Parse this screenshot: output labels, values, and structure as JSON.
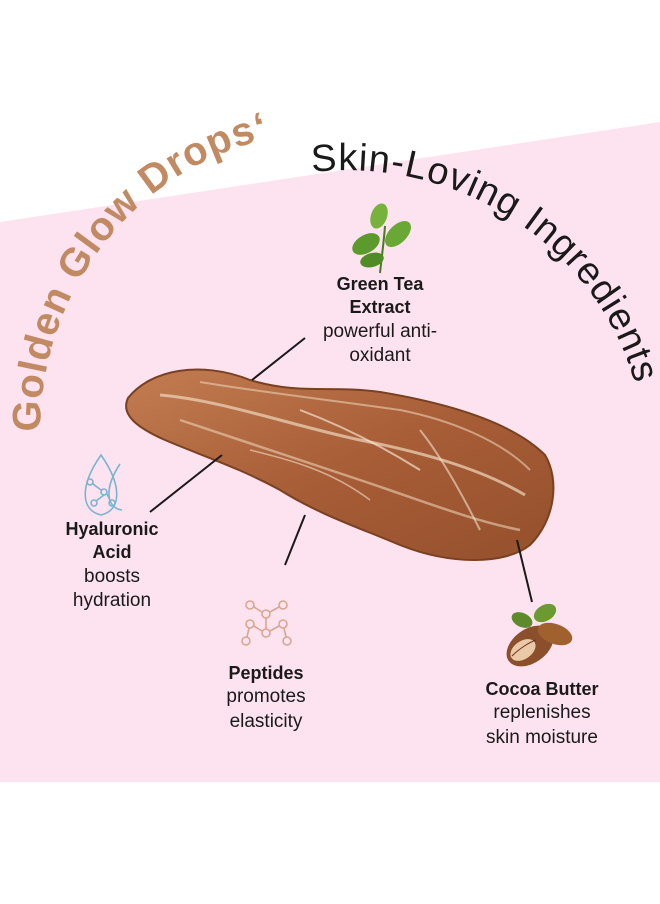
{
  "colors": {
    "background": "#ffffff",
    "pink_band": "#fde3ef",
    "title_gold": "#c18a62",
    "title_dark": "#1a1a1a",
    "swatch_base": "#b0683f",
    "icon_blue": "#79b5cf",
    "icon_tan": "#d9a690",
    "leaf_green": "#5d9a2e"
  },
  "title": {
    "brand": "Golden Glow Drops‘",
    "rest": "Skin-Loving Ingredients"
  },
  "ingredients": [
    {
      "name": "Green Tea Extract",
      "name_line1": "Green Tea",
      "name_line2": "Extract",
      "desc_line1": "powerful anti-",
      "desc_line2": "oxidant",
      "icon": "green-tea-leaf-icon"
    },
    {
      "name": "Hyaluronic Acid",
      "name_line1": "Hyaluronic",
      "name_line2": "Acid",
      "desc_line1": "boosts",
      "desc_line2": "hydration",
      "icon": "water-drops-molecule-icon"
    },
    {
      "name": "Peptides",
      "name_line1": "Peptides",
      "desc_line1": "promotes",
      "desc_line2": "elasticity",
      "icon": "molecule-chain-icon"
    },
    {
      "name": "Cocoa Butter",
      "name_line1": "Cocoa Butter",
      "desc_line1": "replenishes",
      "desc_line2": "skin moisture",
      "icon": "cocoa-pod-icon"
    }
  ]
}
